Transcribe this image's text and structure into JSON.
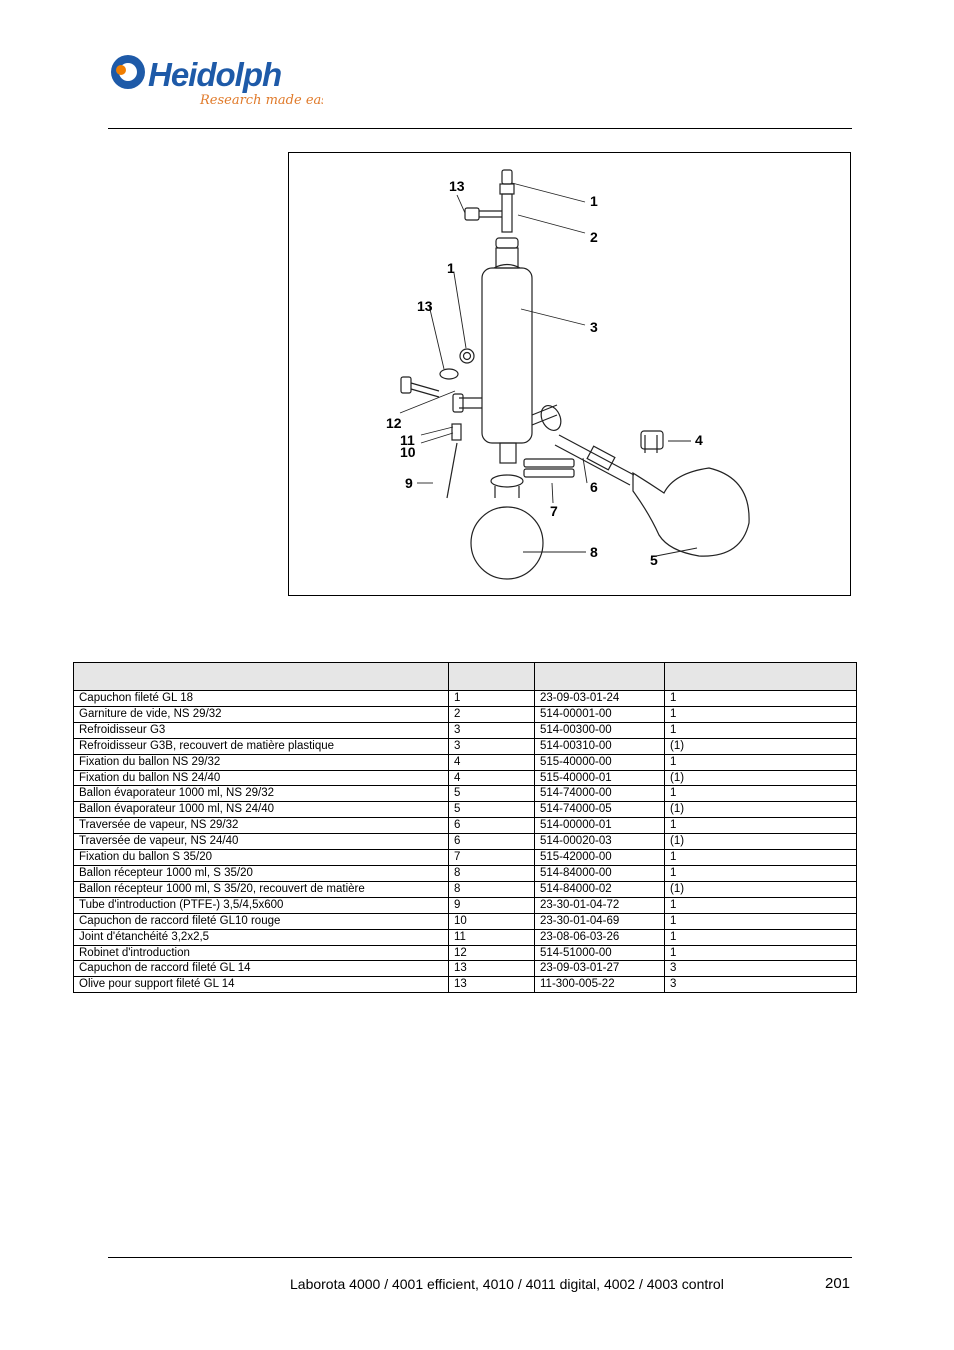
{
  "header": {
    "brand": "Heidolph",
    "tagline": "Research made easy"
  },
  "figure": {
    "callouts": [
      "1",
      "2",
      "3",
      "4",
      "5",
      "6",
      "7",
      "8",
      "9",
      "10",
      "11",
      "12",
      "13",
      "1",
      "13"
    ]
  },
  "table": {
    "columns": [
      "",
      "",
      "",
      ""
    ],
    "rows": [
      [
        "Capuchon fileté GL 18",
        "1",
        "23-09-03-01-24",
        "1"
      ],
      [
        "Garniture de vide, NS 29/32",
        "2",
        "514-00001-00",
        "1"
      ],
      [
        "Refroidisseur G3",
        "3",
        "514-00300-00",
        "1"
      ],
      [
        "Refroidisseur G3B, recouvert de matière plastique",
        "3",
        "514-00310-00",
        "(1)"
      ],
      [
        "Fixation du ballon NS 29/32",
        "4",
        "515-40000-00",
        "1"
      ],
      [
        "Fixation du ballon NS 24/40",
        "4",
        "515-40000-01",
        "(1)"
      ],
      [
        "Ballon évaporateur 1000 ml, NS 29/32",
        "5",
        "514-74000-00",
        "1"
      ],
      [
        "Ballon évaporateur 1000 ml, NS 24/40",
        "5",
        "514-74000-05",
        "(1)"
      ],
      [
        "Traversée de vapeur, NS 29/32",
        "6",
        "514-00000-01",
        "1"
      ],
      [
        "Traversée de vapeur, NS 24/40",
        "6",
        "514-00020-03",
        "(1)"
      ],
      [
        "Fixation du ballon S 35/20",
        "7",
        "515-42000-00",
        "1"
      ],
      [
        "Ballon récepteur 1000 ml, S 35/20",
        "8",
        "514-84000-00",
        "1"
      ],
      [
        "Ballon récepteur 1000 ml, S 35/20, recouvert de matière",
        "8",
        "514-84000-02",
        "(1)"
      ],
      [
        "Tube d'introduction (PTFE-) 3,5/4,5x600",
        "9",
        "23-30-01-04-72",
        "1"
      ],
      [
        "Capuchon de raccord fileté GL10 rouge",
        "10",
        "23-30-01-04-69",
        "1"
      ],
      [
        "Joint d'étanchéité 3,2x2,5",
        "11",
        "23-08-06-03-26",
        "1"
      ],
      [
        "Robinet d'introduction",
        "12",
        "514-51000-00",
        "1"
      ],
      [
        "Capuchon de raccord fileté GL 14",
        "13",
        "23-09-03-01-27",
        "3"
      ],
      [
        "Olive pour support fileté GL 14",
        "13",
        "11-300-005-22",
        "3"
      ]
    ]
  },
  "footer": {
    "product": "Laborota 4000 / 4001 efficient, 4010 / 4011 digital, 4002 / 4003 control",
    "page_number": "201"
  }
}
